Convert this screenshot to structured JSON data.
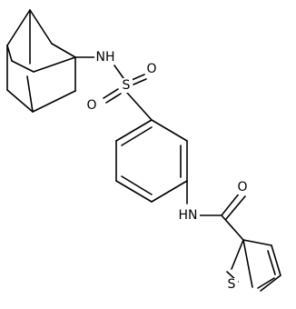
{
  "structure": {
    "atom_labels": {
      "amine_nh": "NH",
      "sulfonyl_s": "S",
      "sulfonyl_o_top": "O",
      "sulfonyl_o_left": "O",
      "amide_nh": "HN",
      "carbonyl_o": "O",
      "thiophene_s": "S"
    }
  },
  "colors": {
    "bond": "#000000",
    "label": "#000000",
    "background": "#ffffff"
  }
}
